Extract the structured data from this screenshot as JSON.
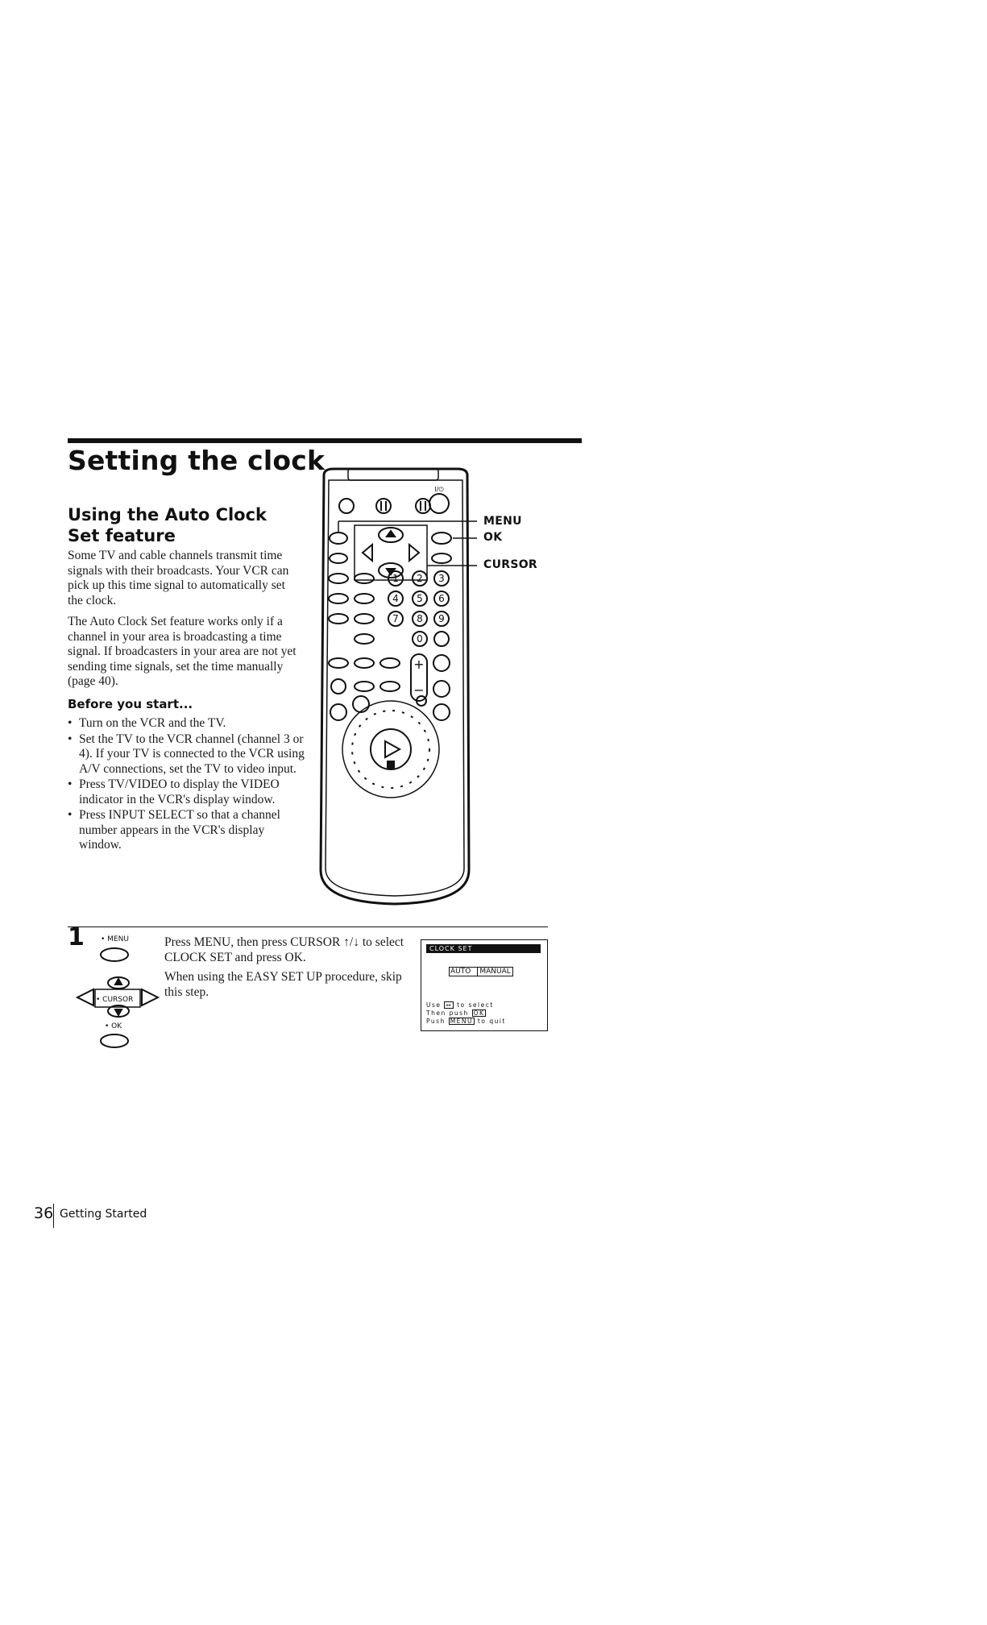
{
  "title": "Setting the clock",
  "section_heading": "Using the Auto Clock Set feature",
  "intro_paragraphs": [
    "Some TV and cable channels transmit time signals with their broadcasts. Your VCR can pick up this time signal to automatically set the clock.",
    "The Auto Clock Set feature works only if a channel in your area is broadcasting a time signal. If broadcasters in your area are not yet sending time signals, set the time manually (page 40)."
  ],
  "before_heading": "Before you start...",
  "bullets": [
    "Turn on the VCR and the TV.",
    "Set the TV to the VCR channel (channel 3 or 4). If your TV is connected to the VCR using A/V connections, set the TV to video input.",
    "Press TV/VIDEO to display the VIDEO indicator in the VCR's display window.",
    "Press INPUT SELECT so that a channel number appears in the VCR's display window."
  ],
  "remote_callouts": {
    "menu": "MENU",
    "ok": "OK",
    "cursor": "CURSOR"
  },
  "remote_labels": {
    "power": "I/⏻",
    "digits": [
      "1",
      "2",
      "3",
      "4",
      "5",
      "6",
      "7",
      "8",
      "9",
      "0"
    ],
    "ch_plus": "+",
    "ch_minus": "−"
  },
  "step": {
    "number": "1",
    "icon_labels": {
      "menu": "• MENU",
      "cursor": "• CURSOR",
      "ok": "• OK"
    },
    "text_1": "Press MENU, then press CURSOR ↑/↓ to select CLOCK SET and press OK.",
    "text_2": "When using the EASY SET UP procedure, skip this step."
  },
  "osd": {
    "title": "CLOCK SET",
    "option_auto": "AUTO",
    "option_manual": "MANUAL",
    "line1_prefix": "Use",
    "line1_key": "↔",
    "line1_suffix": "to select",
    "line2_prefix": "Then push",
    "line2_key": "OK",
    "line3_prefix": "Push",
    "line3_key": "MENU",
    "line3_suffix": "to quit"
  },
  "footer": {
    "page_number": "36",
    "section": "Getting Started"
  }
}
